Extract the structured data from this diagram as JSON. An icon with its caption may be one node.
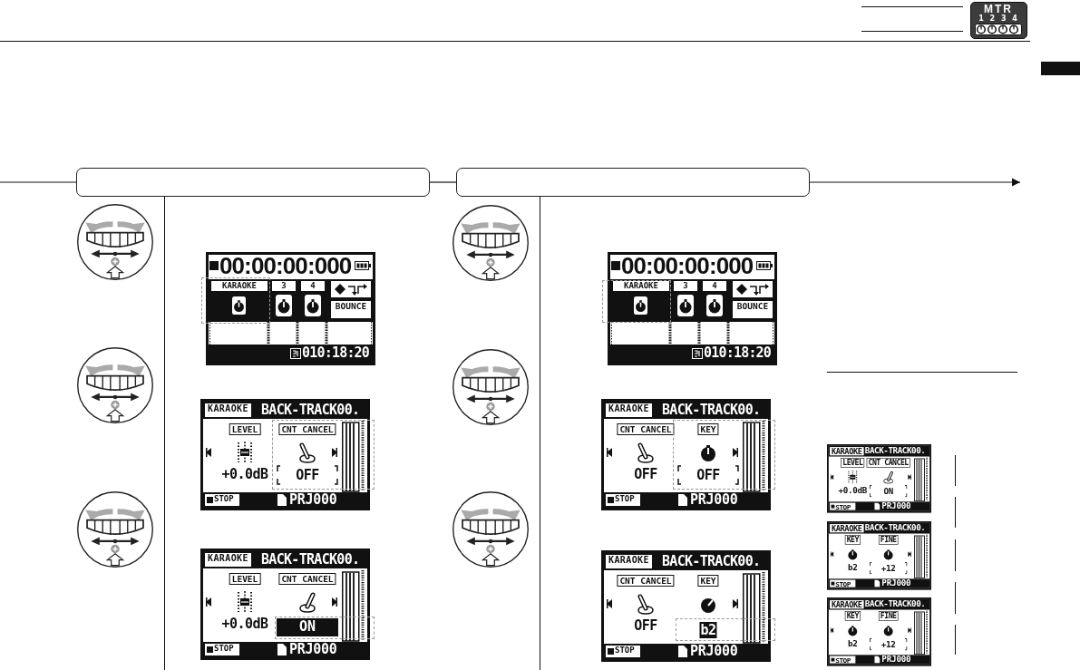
{
  "diagram": {
    "nodes": [
      {
        "text": [
          "MTR",
          "1 2 3 4"
        ]
      },
      {
        "text": [],
        "shape": "box"
      },
      {
        "text": [],
        "shape": "box"
      },
      {
        "text": [
          "00:00:00:000",
          "KARAOKE",
          "3",
          "4",
          "BOUNCE",
          "010:18:20"
        ]
      },
      {
        "text": [
          "KARAOKE",
          "BACK-TRACK00.",
          "LEVEL",
          "CNT CANCEL",
          "+0.0dB",
          "OFF",
          "STOP",
          "PRJ000"
        ]
      },
      {
        "text": [
          "KARAOKE",
          "BACK-TRACK00.",
          "LEVEL",
          "CNT CANCEL",
          "+0.0dB",
          "ON",
          "STOP",
          "PRJ000"
        ]
      },
      {
        "text": [
          "00:00:00:000",
          "KARAOKE",
          "3",
          "4",
          "BOUNCE",
          "010:18:20"
        ]
      },
      {
        "text": [
          "KARAOKE",
          "BACK-TRACK00.",
          "CNT CANCEL",
          "KEY",
          "OFF",
          "OFF",
          "STOP",
          "PRJ000"
        ]
      },
      {
        "text": [
          "KARAOKE",
          "BACK-TRACK00.",
          "CNT CANCEL",
          "KEY",
          "OFF",
          "b2",
          "STOP",
          "PRJ000"
        ]
      },
      {
        "text": [
          "KARAOKE",
          "BACK-TRACK00.",
          "LEVEL",
          "CNT CANCEL",
          "+0.0dB",
          "ON",
          "STOP",
          "PRJ000"
        ]
      },
      {
        "text": [
          "KARAOKE",
          "BACK-TRACK00.",
          "KEY",
          "FINE",
          "b2",
          "+12",
          "STOP",
          "PRJ000"
        ]
      },
      {
        "text": [
          "KARAOKE",
          "BACK-TRACK00.",
          "KEY",
          "FINE",
          "b2",
          "+12",
          "STOP",
          "PRJ000"
        ]
      }
    ],
    "edges": [
      {
        "from": null,
        "to": 1,
        "arrow": "none"
      },
      {
        "from": 1,
        "to": 2,
        "arrow": "none"
      },
      {
        "from": 2,
        "to": null,
        "arrow": "to"
      }
    ]
  }
}
